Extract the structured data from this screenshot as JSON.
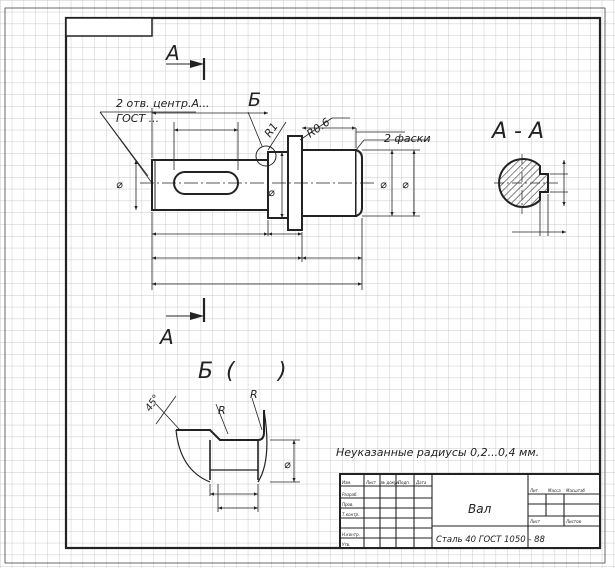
{
  "section_mark": {
    "letter": "А"
  },
  "section_title": "А - А",
  "detail_mark": "Б",
  "detail_title": {
    "letter": "Б",
    "open": "(",
    "close": ")"
  },
  "leader_note": {
    "line1": "2 отв. центр.А...",
    "line2": "ГОСТ ..."
  },
  "radius_r1": "R1",
  "radius_r06": "R0.6",
  "chamfer_note": "2 фаски",
  "detail_angle": "45°",
  "detail_r1": "R",
  "detail_r2": "R",
  "diameter_sign": "⌀",
  "general_note": "Неуказанные радиусы 0,2...0,4 мм.",
  "title_block": {
    "part_name": "Вал",
    "material": "Сталь 40 ГОСТ 1050 - 88",
    "col_headers": [
      "Изм.",
      "Лист",
      "№ докум.",
      "Подп.",
      "Дата"
    ],
    "row_labels": [
      "Разраб.",
      "Пров.",
      "Т.контр.",
      "",
      "Н.контр.",
      "Утв."
    ],
    "right_headers": [
      "Лит.",
      "Масса",
      "Масштаб"
    ],
    "sheet_labels": [
      "Лист",
      "Листов"
    ]
  },
  "colors": {
    "grid": "#b9b9b9",
    "line": "#222222",
    "paper": "#ffffff",
    "hatch": "#333333"
  }
}
